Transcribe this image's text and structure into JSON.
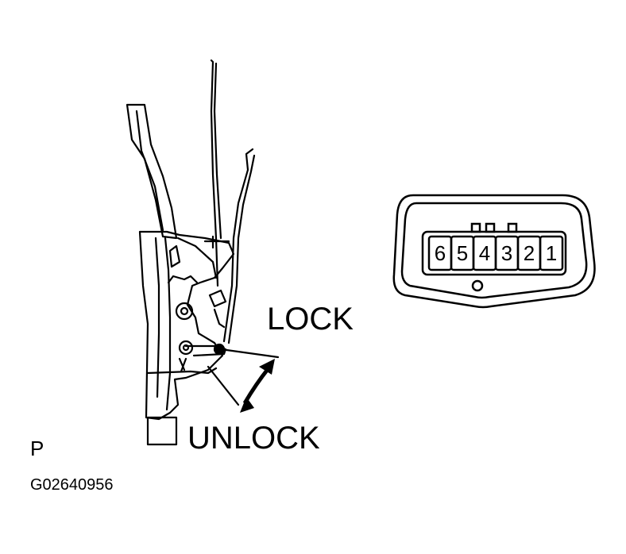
{
  "labels": {
    "lock": "LOCK",
    "unlock": "UNLOCK",
    "view": "P",
    "figure_code": "G02640956"
  },
  "connector": {
    "pins": [
      "6",
      "5",
      "4",
      "3",
      "2",
      "1"
    ]
  },
  "colors": {
    "line": "#000000",
    "background": "#ffffff"
  }
}
